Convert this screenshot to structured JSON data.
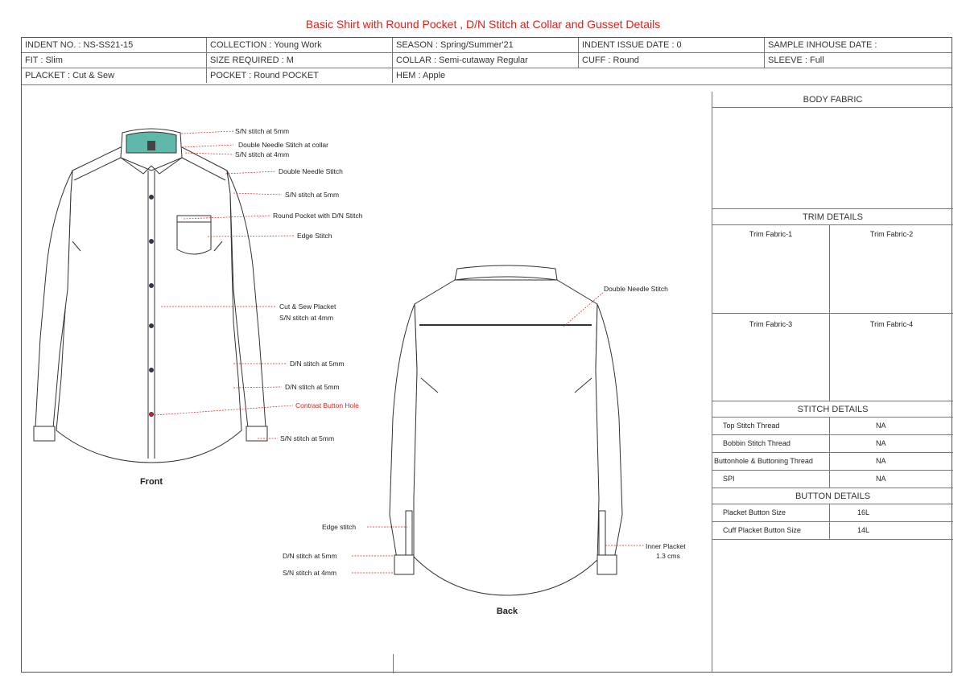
{
  "title": "Basic Shirt with Round Pocket , D/N Stitch at Collar and Gusset Details",
  "header": {
    "row1": [
      "INDENT NO. : NS-SS21-15",
      "COLLECTION : Young Work",
      "SEASON : Spring/Summer'21",
      "INDENT ISSUE DATE : 0",
      "SAMPLE INHOUSE DATE :"
    ],
    "row2": [
      "FIT : Slim",
      "SIZE REQUIRED : M",
      "COLLAR : Semi-cutaway Regular",
      "CUFF : Round",
      "SLEEVE : Full"
    ],
    "row3": [
      "PLACKET : Cut & Sew",
      "POCKET : Round POCKET",
      "HEM : Apple"
    ]
  },
  "right_panel": {
    "body_fabric": "BODY FABRIC",
    "trim_details": "TRIM DETAILS",
    "trims": [
      "Trim Fabric-1",
      "Trim Fabric-2",
      "Trim Fabric-3",
      "Trim Fabric-4"
    ],
    "stitch_details": "STITCH DETAILS",
    "stitch_rows": [
      {
        "label": "Top Stitch Thread",
        "value": "NA"
      },
      {
        "label": "Bobbin Stitch Thread",
        "value": "NA"
      },
      {
        "label": "Buttonhole & Buttoning Thread",
        "value": "NA"
      },
      {
        "label": "SPI",
        "value": "NA"
      }
    ],
    "button_details": "BUTTON DETAILS",
    "button_rows": [
      {
        "label": "Placket Button Size",
        "value": "16L"
      },
      {
        "label": "Cuff Placket Button Size",
        "value": "14L"
      }
    ]
  },
  "front": {
    "caption": "Front",
    "callouts": [
      "S/N stitch at 5mm",
      "Double Needle Stitch at collar",
      "S/N stitch at 4mm",
      "Double Needle Stitch",
      "S/N stitch at 5mm",
      "Round Pocket with D/N Stitch",
      "Edge Stitch",
      "Cut & Sew Placket",
      "S/N stitch at 4mm",
      "D/N stitch at 5mm",
      "D/N stitch at 5mm",
      "Contrast Button Hole",
      "S/N stitch at 5mm"
    ]
  },
  "back": {
    "caption": "Back",
    "callouts": [
      "Double Needle Stitch",
      "Edge stitch",
      "D/N stitch at 5mm",
      "S/N stitch at 4mm",
      "Inner Placket",
      "1.3 cms"
    ]
  },
  "colors": {
    "accent_red": "#e0201a",
    "collar_teal": "#5fb8a9",
    "line": "#777777"
  }
}
